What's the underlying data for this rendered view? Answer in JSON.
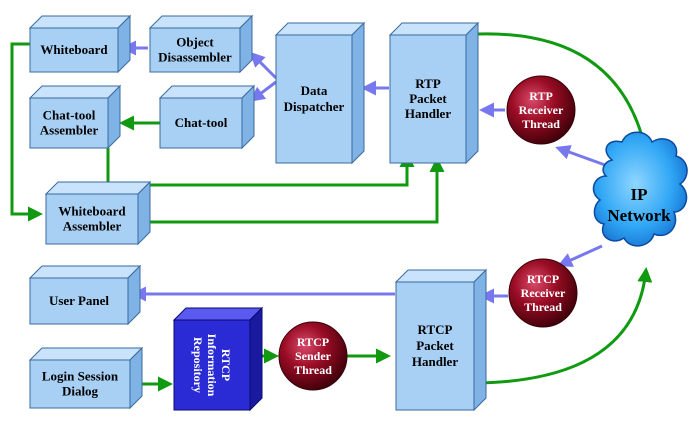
{
  "colors": {
    "box_front": "#a8d0f5",
    "box_top": "#c8e3fb",
    "box_side": "#7fb3e6",
    "box_stroke": "#3a6a9e",
    "repo_front": "#2b2bd6",
    "repo_top": "#5a5af0",
    "repo_side": "#1a1aa0",
    "thread_red": "#8b0a20",
    "green_arrow": "#119a11",
    "blue_arrow": "#7878ee",
    "cloud_fill": "#29a8ff"
  },
  "boxes": {
    "whiteboard": [
      "Whiteboard"
    ],
    "object_disassembler": [
      "Object",
      "Disassembler"
    ],
    "data_dispatcher": [
      "Data",
      "Dispatcher"
    ],
    "rtp_packet_handler": [
      "RTP",
      "Packet",
      "Handler"
    ],
    "chat_tool_assembler": [
      "Chat-tool",
      "Assembler"
    ],
    "chat_tool": [
      "Chat-tool"
    ],
    "whiteboard_assembler": [
      "Whiteboard",
      "Assembler"
    ],
    "user_panel": [
      "User Panel"
    ],
    "rtcp_packet_handler": [
      "RTCP",
      "Packet",
      "Handler"
    ],
    "login_session_dialog": [
      "Login Session",
      "Dialog"
    ],
    "rtcp_information_repository": [
      "RTCP",
      "Information",
      "Repository"
    ]
  },
  "threads": {
    "rtp_receiver": [
      "RTP",
      "Receiver",
      "Thread"
    ],
    "rtcp_receiver": [
      "RTCP",
      "Receiver",
      "Thread"
    ],
    "rtcp_sender": [
      "RTCP",
      "Sender",
      "Thread"
    ]
  },
  "network": [
    "IP",
    "Network"
  ]
}
